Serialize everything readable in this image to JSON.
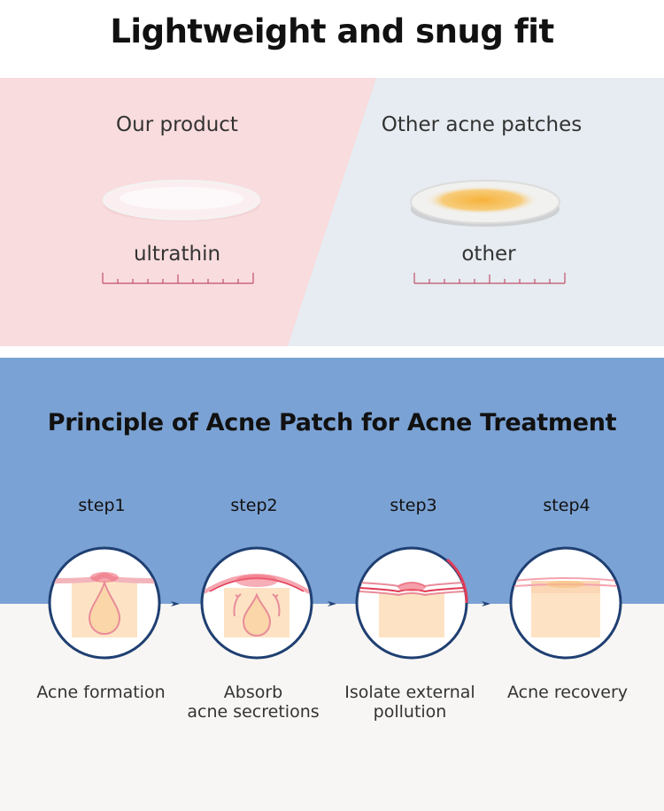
{
  "header": {
    "title": "Lightweight and snug fit"
  },
  "comparison": {
    "ours": {
      "heading": "Our product",
      "label": "ultrathin"
    },
    "others": {
      "heading": "Other acne patches",
      "label": "other"
    }
  },
  "principle": {
    "title": "Principle of Acne Patch for Acne Treatment",
    "steps": [
      {
        "step": "step1",
        "line1": "Acne formation",
        "line2": ""
      },
      {
        "step": "step2",
        "line1": "Absorb",
        "line2": "acne secretions"
      },
      {
        "step": "step3",
        "line1": "Isolate external",
        "line2": "pollution"
      },
      {
        "step": "step4",
        "line1": "Acne recovery",
        "line2": ""
      }
    ]
  },
  "colors": {
    "pink_panel": "#f9dcde",
    "grey_panel": "#e6ecf1",
    "blue_band": "#7ba2d4",
    "circle_border": "#1f3f72",
    "ruler": "#c0506a"
  }
}
